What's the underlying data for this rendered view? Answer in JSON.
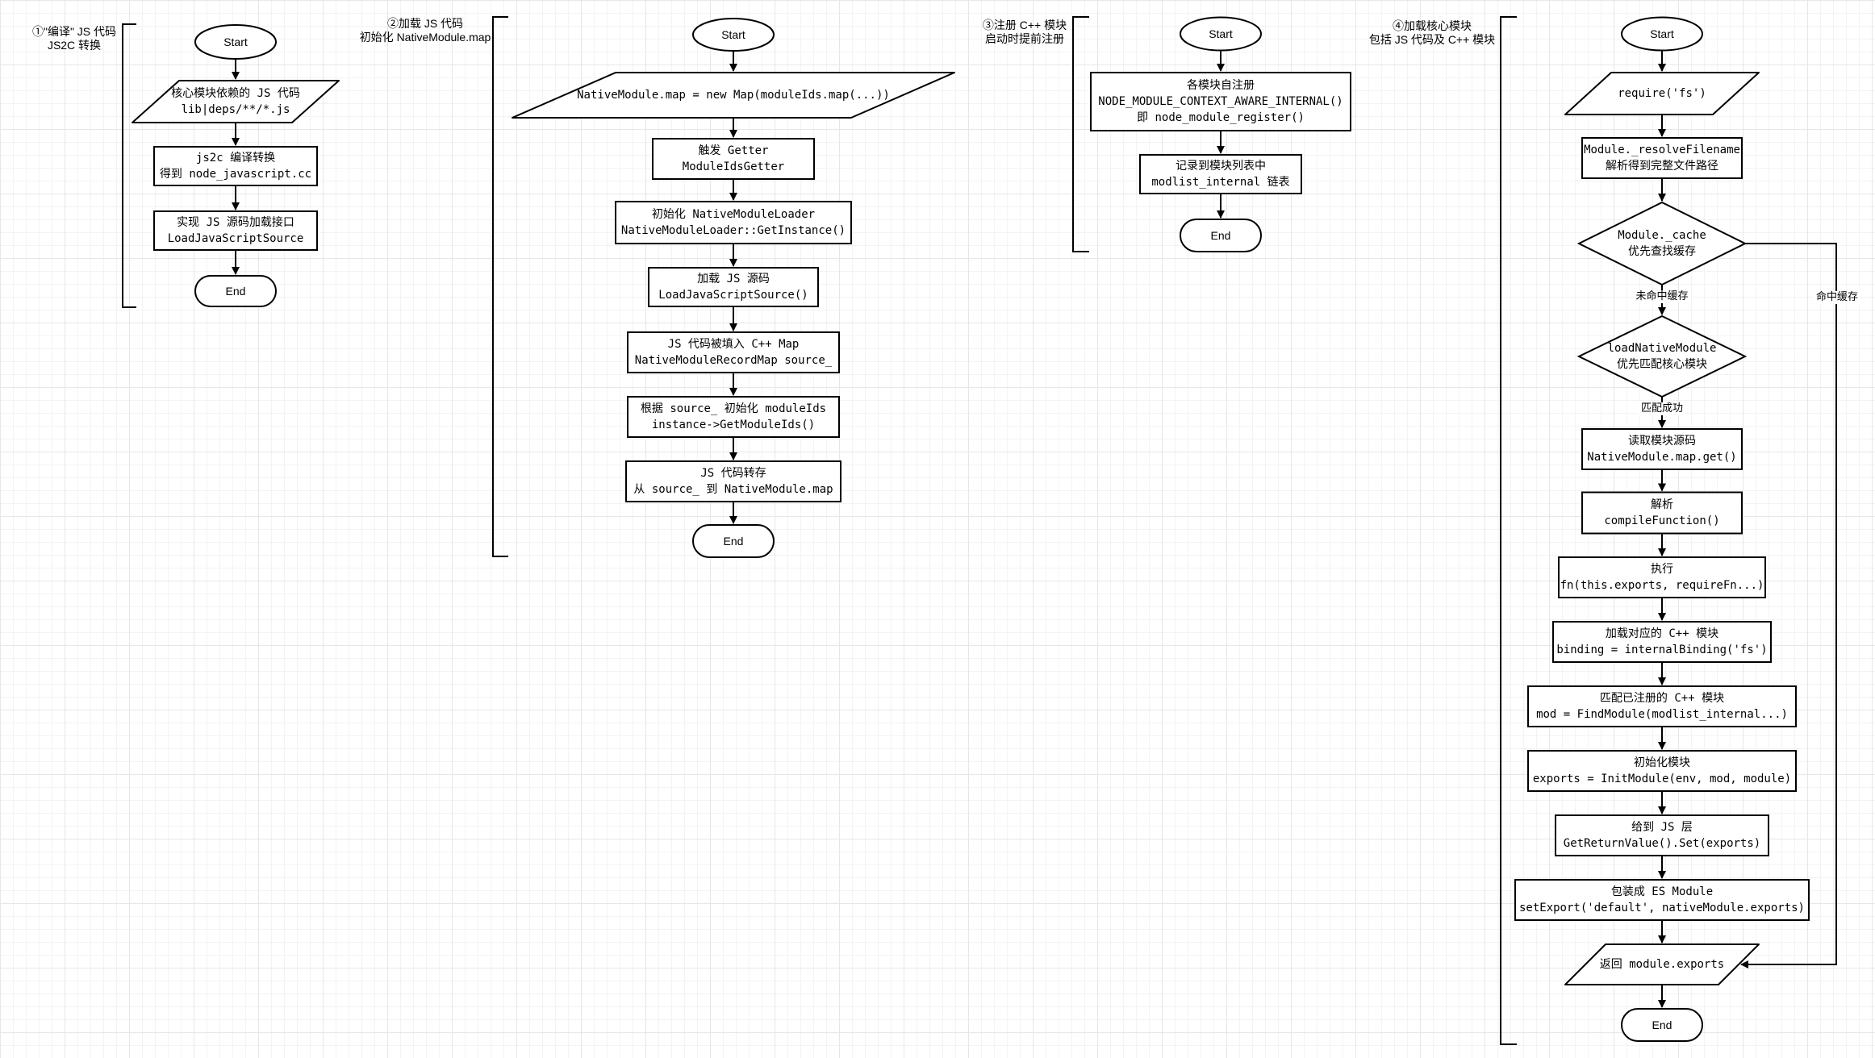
{
  "flows": [
    {
      "title": [
        "①\"编译\" JS 代码",
        "JS2C 转换"
      ],
      "nodes": [
        {
          "id": "f1-start",
          "type": "ellipse",
          "lines": [
            "Start"
          ]
        },
        {
          "id": "f1-io",
          "type": "parallelogram",
          "lines": [
            "核心模块依赖的 JS 代码",
            "lib|deps/**/*.js"
          ]
        },
        {
          "id": "f1-js2c",
          "type": "rect",
          "lines": [
            "js2c 编译转换",
            "得到 node_javascript.cc"
          ]
        },
        {
          "id": "f1-impl",
          "type": "rect",
          "lines": [
            "实现 JS 源码加载接口",
            "LoadJavaScriptSource"
          ]
        },
        {
          "id": "f1-end",
          "type": "stadium",
          "lines": [
            "End"
          ]
        }
      ]
    },
    {
      "title": [
        "②加载 JS 代码",
        "初始化 NativeModule.map"
      ],
      "nodes": [
        {
          "id": "f2-start",
          "type": "ellipse",
          "lines": [
            "Start"
          ]
        },
        {
          "id": "f2-io",
          "type": "parallelogram",
          "lines": [
            "NativeModule.map = new Map(moduleIds.map(...))"
          ]
        },
        {
          "id": "f2-getter",
          "type": "rect",
          "lines": [
            "触发 Getter",
            "ModuleIdsGetter"
          ]
        },
        {
          "id": "f2-init",
          "type": "rect",
          "lines": [
            "初始化 NativeModuleLoader",
            "NativeModuleLoader::GetInstance()"
          ]
        },
        {
          "id": "f2-load",
          "type": "rect",
          "lines": [
            "加载 JS 源码",
            "LoadJavaScriptSource()"
          ]
        },
        {
          "id": "f2-fill",
          "type": "rect",
          "lines": [
            "JS 代码被填入 C++ Map",
            "NativeModuleRecordMap source_"
          ]
        },
        {
          "id": "f2-ids",
          "type": "rect",
          "lines": [
            "根据 source_ 初始化 moduleIds",
            "instance->GetModuleIds()"
          ]
        },
        {
          "id": "f2-dump",
          "type": "rect",
          "lines": [
            "JS 代码转存",
            "从 source_ 到 NativeModule.map"
          ]
        },
        {
          "id": "f2-end",
          "type": "stadium",
          "lines": [
            "End"
          ]
        }
      ]
    },
    {
      "title": [
        "③注册 C++ 模块",
        "启动时提前注册"
      ],
      "nodes": [
        {
          "id": "f3-start",
          "type": "ellipse",
          "lines": [
            "Start"
          ]
        },
        {
          "id": "f3-reg",
          "type": "rect",
          "lines": [
            "各模块自注册",
            "NODE_MODULE_CONTEXT_AWARE_INTERNAL()",
            "即 node_module_register()"
          ]
        },
        {
          "id": "f3-list",
          "type": "rect",
          "lines": [
            "记录到模块列表中",
            "modlist_internal 链表"
          ]
        },
        {
          "id": "f3-end",
          "type": "stadium",
          "lines": [
            "End"
          ]
        }
      ]
    },
    {
      "title": [
        "④加载核心模块",
        "包括 JS 代码及 C++ 模块"
      ],
      "nodes": [
        {
          "id": "f4-start",
          "type": "ellipse",
          "lines": [
            "Start"
          ]
        },
        {
          "id": "f4-require",
          "type": "parallelogram",
          "lines": [
            "require('fs')"
          ]
        },
        {
          "id": "f4-resolve",
          "type": "rect",
          "lines": [
            "Module._resolveFilename",
            "解析得到完整文件路径"
          ]
        },
        {
          "id": "f4-cache",
          "type": "diamond",
          "lines": [
            "Module._cache",
            "优先查找缓存"
          ]
        },
        {
          "id": "f4-loadnative",
          "type": "diamond",
          "lines": [
            "loadNativeModule",
            "优先匹配核心模块"
          ]
        },
        {
          "id": "f4-readsrc",
          "type": "rect",
          "lines": [
            "读取模块源码",
            "NativeModule.map.get()"
          ]
        },
        {
          "id": "f4-compile",
          "type": "rect",
          "lines": [
            "解析",
            "compileFunction()"
          ]
        },
        {
          "id": "f4-exec",
          "type": "rect",
          "lines": [
            "执行",
            "fn(this.exports, requireFn...)"
          ]
        },
        {
          "id": "f4-binding",
          "type": "rect",
          "lines": [
            "加载对应的 C++ 模块",
            "binding = internalBinding('fs')"
          ]
        },
        {
          "id": "f4-findmod",
          "type": "rect",
          "lines": [
            "匹配已注册的 C++ 模块",
            "mod = FindModule(modlist_internal...)"
          ]
        },
        {
          "id": "f4-initmod",
          "type": "rect",
          "lines": [
            "初始化模块",
            "exports = InitModule(env, mod, module)"
          ]
        },
        {
          "id": "f4-returnjs",
          "type": "rect",
          "lines": [
            "给到 JS 层",
            "GetReturnValue().Set(exports)"
          ]
        },
        {
          "id": "f4-esm",
          "type": "rect",
          "lines": [
            "包装成 ES Module",
            "setExport('default', nativeModule.exports)"
          ]
        },
        {
          "id": "f4-retexports",
          "type": "parallelogram",
          "lines": [
            "返回 module.exports"
          ]
        },
        {
          "id": "f4-end",
          "type": "stadium",
          "lines": [
            "End"
          ]
        }
      ]
    }
  ],
  "edge_labels": [
    {
      "id": "cache-miss",
      "text": "未命中缓存"
    },
    {
      "id": "cache-hit",
      "text": "命中缓存"
    },
    {
      "id": "match-ok",
      "text": "匹配成功"
    }
  ],
  "colors": {
    "stroke": "#000000",
    "fill": "#ffffff",
    "text": "#000000"
  }
}
